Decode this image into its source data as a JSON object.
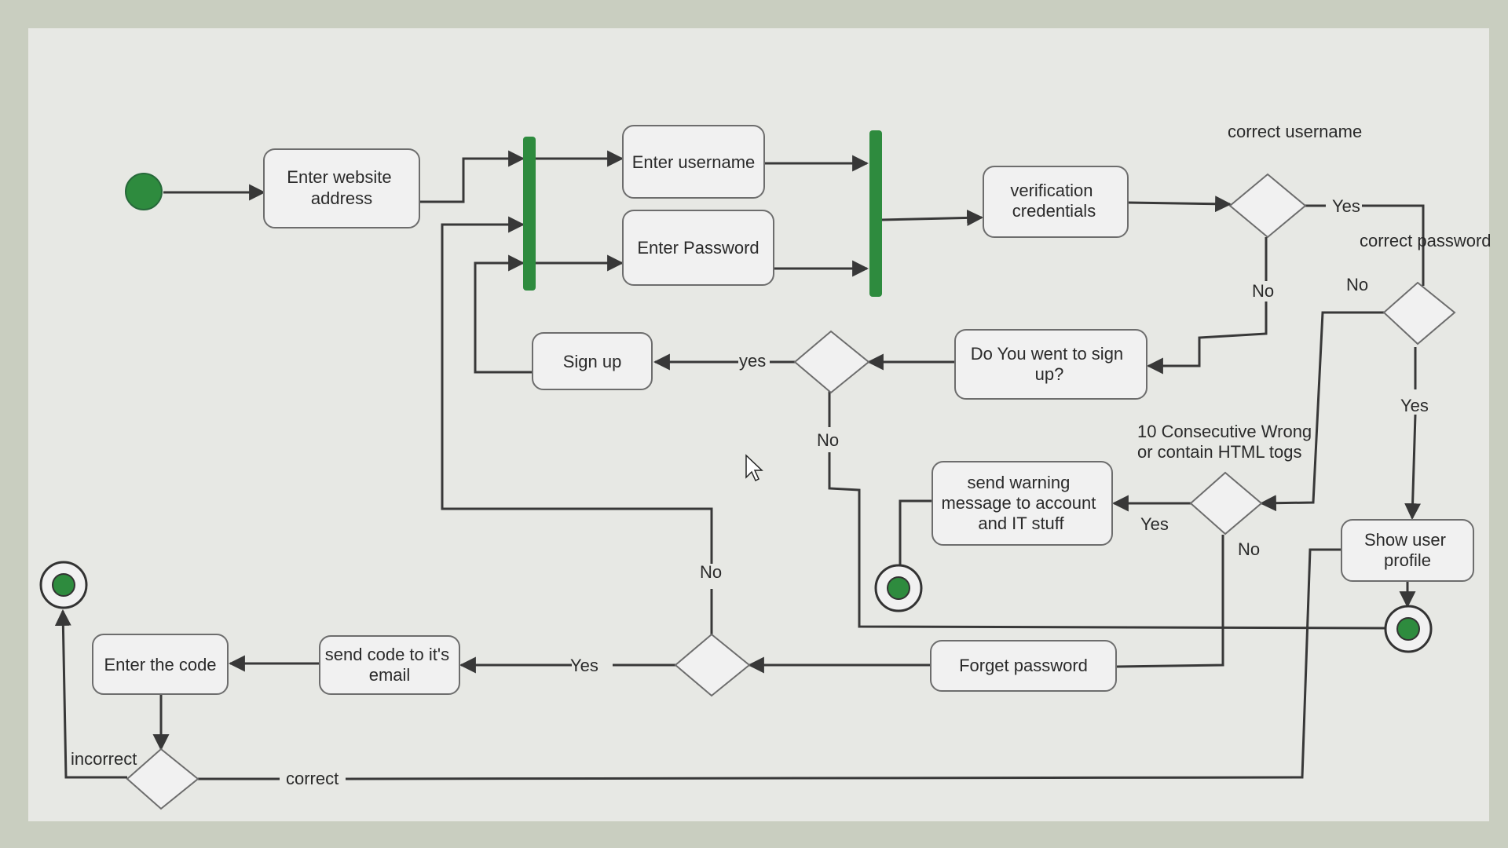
{
  "colors": {
    "background": "#e7e8e4",
    "node_fill": "#f1f1f1",
    "node_stroke": "#6d6d6d",
    "line": "#383838",
    "accent_green": "#2e8b3e"
  },
  "nodes": {
    "start": {
      "icon": "start-node-icon"
    },
    "website": {
      "lines": [
        "Enter website",
        "address"
      ]
    },
    "username": {
      "lines": [
        "Enter username"
      ]
    },
    "password": {
      "lines": [
        "Enter Password"
      ]
    },
    "verification": {
      "lines": [
        "verification",
        "credentials"
      ]
    },
    "signup_question": {
      "lines": [
        "Do You went to sign",
        "up?"
      ]
    },
    "signup": {
      "lines": [
        "Sign up"
      ]
    },
    "warning": {
      "lines": [
        "send warning",
        "message to account",
        "and IT stuff"
      ]
    },
    "show_profile": {
      "lines": [
        "Show user",
        "profile"
      ]
    },
    "forget_password": {
      "lines": [
        "Forget password"
      ]
    },
    "send_code": {
      "lines": [
        "send code to it's",
        "email"
      ]
    },
    "enter_code": {
      "lines": [
        "Enter the code"
      ]
    }
  },
  "labels": {
    "correct_username": "correct username",
    "correct_password": "correct password",
    "yes_username": "Yes",
    "no_username": "No",
    "no_password": "No",
    "yes_password": "Yes",
    "yes_signup": "yes",
    "no_signup": "No",
    "wrong_condition_line1": "10 Consecutive Wrong",
    "wrong_condition_line2": "or contain HTML togs",
    "yes_wrong": "Yes",
    "no_wrong": "No",
    "no_forget": "No",
    "yes_forget": "Yes",
    "incorrect": "incorrect",
    "correct": "correct"
  }
}
